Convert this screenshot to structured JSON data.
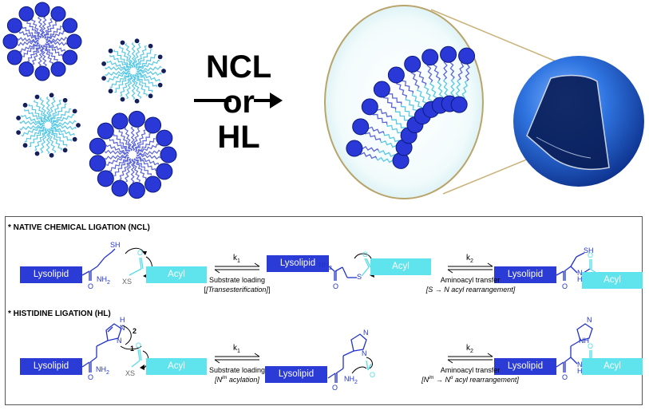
{
  "top": {
    "center_line1": "NCL",
    "center_line2": "or",
    "center_line3": "HL"
  },
  "ncl": {
    "title": "* NATIVE CHEMICAL LIGATION (NCL)",
    "lysolipid": "Lysolipid",
    "acyl": "Acyl",
    "k1": "k",
    "k1_sub": "1",
    "k2": "k",
    "k2_sub": "2",
    "step1_line1": "Substrate loading",
    "step1_line2": "[Transesterification]",
    "step2_line1": "Aminoacyl transfer",
    "step2_line2_a": "[S",
    "step2_line2_b": "N acyl rearrangement]",
    "sh": "SH",
    "nh2": "NH",
    "nh2_sub": "2",
    "xs": "XS",
    "o": "O",
    "s": "S",
    "h": "H",
    "n": "N"
  },
  "hl": {
    "title": "* HISTIDINE LIGATION (HL)",
    "lysolipid": "Lysolipid",
    "acyl": "Acyl",
    "k1": "k",
    "k1_sub": "1",
    "k2": "k",
    "k2_sub": "2",
    "step1_line1": "Substrate loading",
    "step1_line2_a": "[N",
    "step1_line2_sup": "im",
    "step1_line2_b": " acylation]",
    "step2_line1": "Aminoacyl transfer",
    "step2_line2_a": "[N",
    "step2_line2_sup": "im",
    "step2_line2_b": "N",
    "step2_line2_sup2": "α",
    "step2_line2_c": " acyl rearrangement]",
    "num1": "1",
    "num2": "2",
    "xs": "XS",
    "nh2": "NH",
    "nh2_sub": "2",
    "o": "O",
    "h": "H",
    "n": "N",
    "nh": "NH"
  },
  "colors": {
    "lipid_head": "#2a38d8",
    "lipid_tail_dark": "#5a64d8",
    "lipid_tail_light": "#56c8e6",
    "acyl_box": "#5fe3ec",
    "lyso_box": "#2b3bd6",
    "vesicle": "#1f5fd0"
  }
}
